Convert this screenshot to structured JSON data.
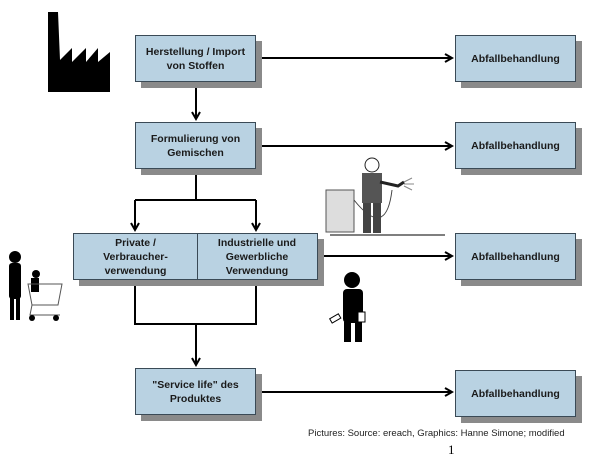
{
  "boxes": {
    "manufacture": "Herstellung / Import von Stoffen",
    "formulation": "Formulierung von Gemischen",
    "private_use": "Private / Verbraucher-verwendung",
    "industrial_use": "Industrielle und Gewerbliche Verwendung",
    "service_life": "\"Service life\" des Produktes"
  },
  "waste_boxes": [
    "Abfallbehandlung",
    "Abfallbehandlung",
    "Abfallbehandlung",
    "Abfallbehandlung"
  ],
  "footer": "Pictures: Source: ereach, Graphics: Hanne Simone; modified",
  "page_number": "1",
  "colors": {
    "box_fill": "#b9d2e2",
    "shadow": "#8a8a8a"
  }
}
